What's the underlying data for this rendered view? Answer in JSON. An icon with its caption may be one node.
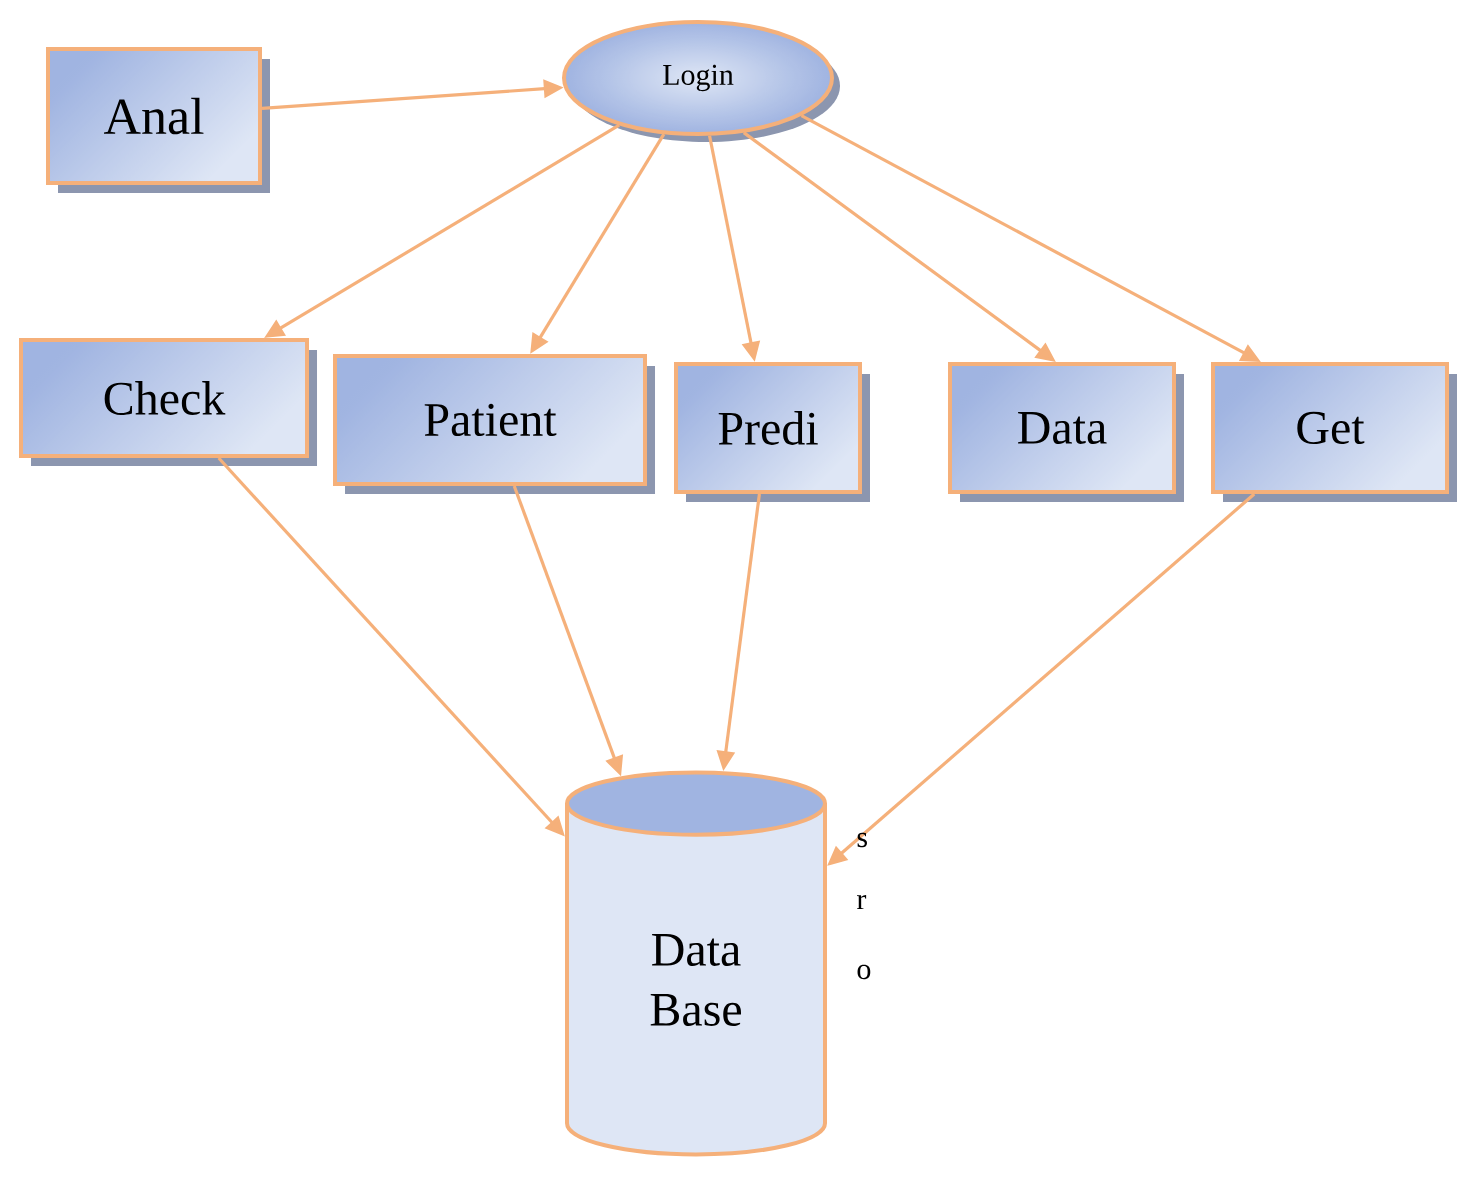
{
  "diagram": {
    "nodes": [
      {
        "text": [
          "Anal"
        ]
      },
      {
        "text": [
          "Login"
        ]
      },
      {
        "text": [
          "Check"
        ]
      },
      {
        "text": [
          "Patient"
        ]
      },
      {
        "text": [
          "Predi"
        ]
      },
      {
        "text": [
          "Data"
        ]
      },
      {
        "text": [
          "Get"
        ]
      },
      {
        "text": [
          "Data Base"
        ]
      }
    ],
    "edges": [
      {
        "from": 0,
        "to": 1,
        "arrow": "to"
      },
      {
        "from": 1,
        "to": 2,
        "arrow": "to"
      },
      {
        "from": 1,
        "to": 3,
        "arrow": "to"
      },
      {
        "from": 1,
        "to": 4,
        "arrow": "to"
      },
      {
        "from": 1,
        "to": 5,
        "arrow": "to"
      },
      {
        "from": 1,
        "to": 6,
        "arrow": "to"
      },
      {
        "from": 2,
        "to": 7,
        "arrow": "to"
      },
      {
        "from": 3,
        "to": 7,
        "arrow": "to"
      },
      {
        "from": 4,
        "to": 7,
        "arrow": "to"
      },
      {
        "from": 6,
        "to": 7,
        "arrow": "to"
      }
    ],
    "labels": [
      "s",
      "r",
      "o"
    ]
  }
}
